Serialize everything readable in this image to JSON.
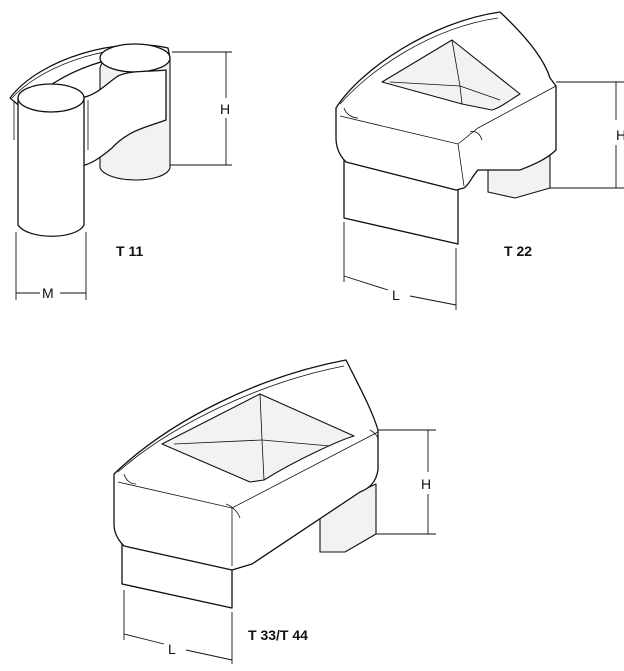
{
  "parts": [
    {
      "caption": "T 11",
      "dimensions": {
        "height": "H",
        "width": "M"
      }
    },
    {
      "caption": "T 22",
      "dimensions": {
        "height": "H",
        "length": "L"
      }
    },
    {
      "caption": "T 33/T 44",
      "dimensions": {
        "height": "H",
        "length": "L"
      }
    }
  ]
}
